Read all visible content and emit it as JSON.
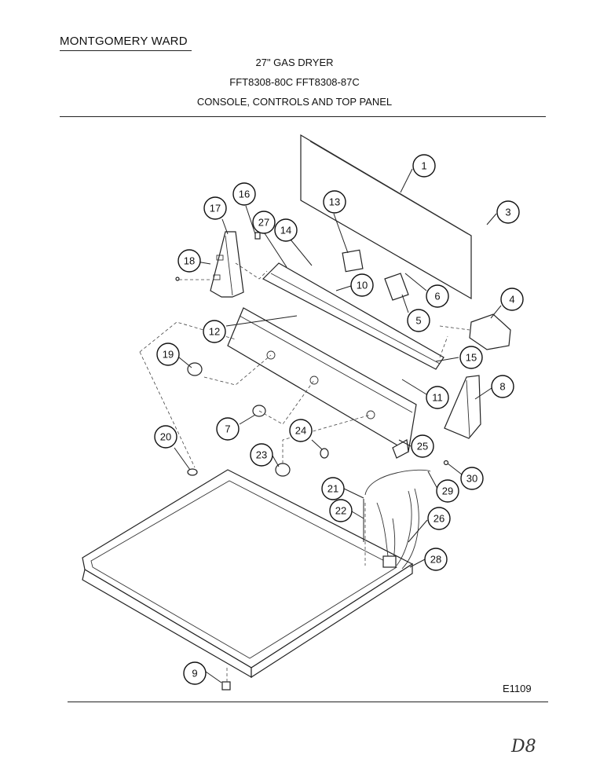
{
  "header": {
    "brand": "MONTGOMERY WARD",
    "title_line1": "27\" GAS DRYER",
    "title_line2": "FFT8308-80C  FFT8308-87C",
    "title_line3": "CONSOLE, CONTROLS AND TOP PANEL"
  },
  "footer": {
    "code": "E1109",
    "page_mark": "D8"
  },
  "callouts": {
    "c1": "1",
    "c3": "3",
    "c4": "4",
    "c5": "5",
    "c6": "6",
    "c7": "7",
    "c8": "8",
    "c9": "9",
    "c10": "10",
    "c11": "11",
    "c12": "12",
    "c13": "13",
    "c14": "14",
    "c15": "15",
    "c16": "16",
    "c17": "17",
    "c18": "18",
    "c19": "19",
    "c20": "20",
    "c21": "21",
    "c22": "22",
    "c23": "23",
    "c24": "24",
    "c25": "25",
    "c26": "26",
    "c27": "27",
    "c28": "28",
    "c29": "29",
    "c30": "30"
  }
}
